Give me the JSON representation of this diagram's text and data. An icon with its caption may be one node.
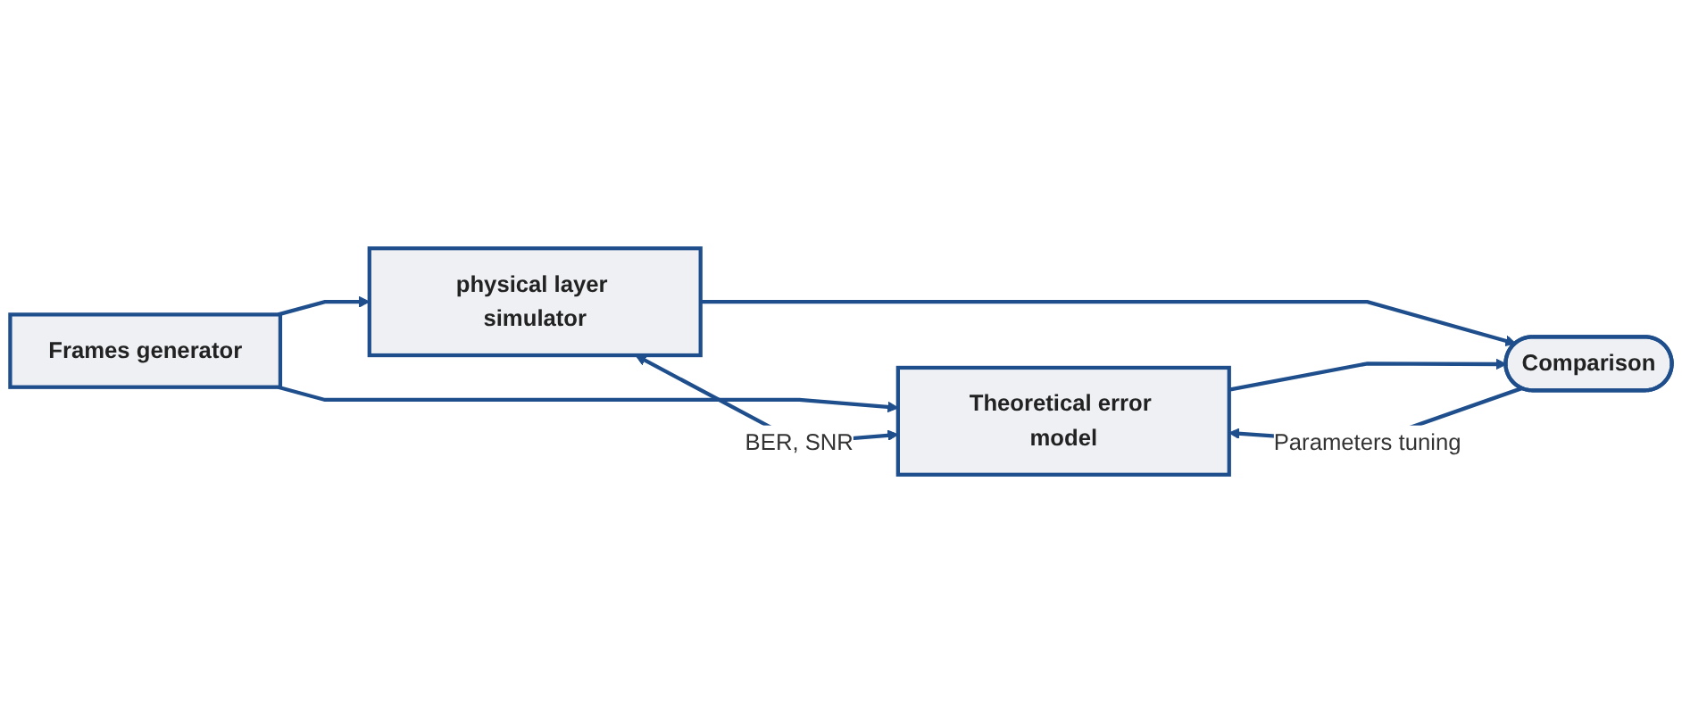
{
  "diagram": {
    "nodes": [
      {
        "text": [
          "Frames generator"
        ]
      },
      {
        "text": [
          "physical layer simulator"
        ]
      },
      {
        "text": [
          "Theoretical error model"
        ]
      },
      {
        "text": [
          "Comparison"
        ]
      }
    ],
    "edges": [
      {
        "from": 0,
        "to": 1,
        "arrow": "to"
      },
      {
        "from": 0,
        "to": 2,
        "arrow": "to"
      },
      {
        "from": 1,
        "to": 2,
        "arrow": "both",
        "label": "BER, SNR"
      },
      {
        "from": 1,
        "to": 3,
        "arrow": "to"
      },
      {
        "from": 2,
        "to": 3,
        "arrow": "to"
      },
      {
        "from": 3,
        "to": 2,
        "arrow": "to",
        "label": "Parameters tuning"
      }
    ]
  }
}
